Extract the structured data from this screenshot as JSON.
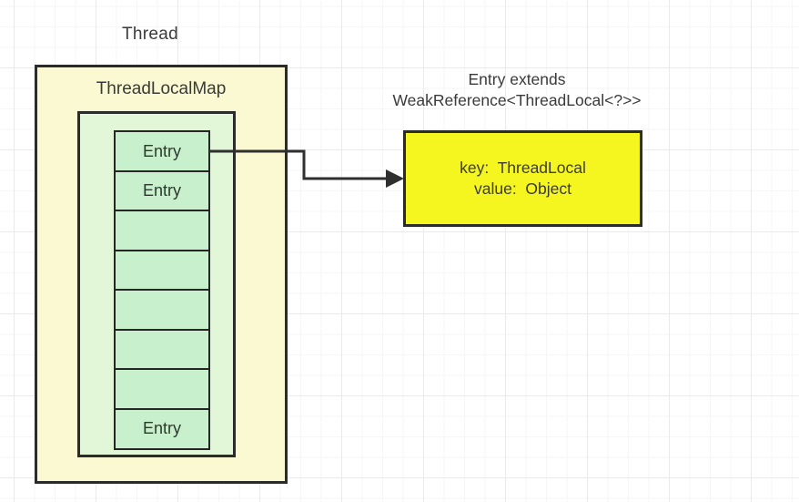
{
  "diagram": {
    "thread_label": "Thread",
    "threadlocalmap_label": "ThreadLocalMap",
    "slots": [
      {
        "label": "Entry"
      },
      {
        "label": "Entry"
      },
      {
        "label": ""
      },
      {
        "label": ""
      },
      {
        "label": ""
      },
      {
        "label": ""
      },
      {
        "label": ""
      },
      {
        "label": "Entry"
      }
    ],
    "entry_note": {
      "line1": "Entry extends",
      "line2": "WeakReference<ThreadLocal<?>>"
    },
    "entry_detail": {
      "line1": "key:  ThreadLocal",
      "line2": "value:  Object"
    },
    "colors": {
      "thread_box_fill": "#FAF9D1",
      "map_box_fill": "#E2F6D8",
      "slot_fill": "#C9F0CD",
      "entry_detail_fill": "#F5F520",
      "box_border": "#2B2B2B",
      "arrow": "#2F2F2F",
      "grid_major": "#EAEAEA",
      "grid_minor": "#F6F6F6"
    }
  }
}
